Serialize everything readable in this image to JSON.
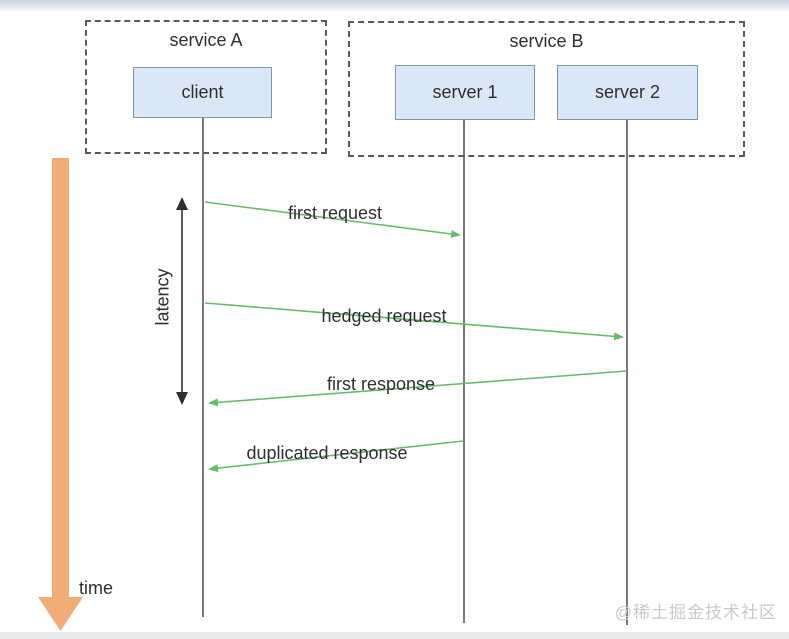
{
  "diagram": {
    "type": "sequence-diagram",
    "groups": [
      {
        "label": "service A",
        "nodes": [
          {
            "label": "client"
          }
        ]
      },
      {
        "label": "service B",
        "nodes": [
          {
            "label": "server 1"
          },
          {
            "label": "server 2"
          }
        ]
      }
    ],
    "messages": [
      {
        "label": "first request",
        "from": "client",
        "to": "server 1"
      },
      {
        "label": "hedged request",
        "from": "client",
        "to": "server 2"
      },
      {
        "label": "first response",
        "from": "server 2",
        "to": "client"
      },
      {
        "label": "duplicated response",
        "from": "server 1",
        "to": "client"
      }
    ],
    "annotations": {
      "latency_label": "latency",
      "time_label": "time"
    },
    "watermark": "@稀土掘金技术社区",
    "colors": {
      "message_arrow": "#66bb6a",
      "time_arrow": "#f0ad78",
      "node_fill": "#dbe7f6",
      "node_border": "#7a96b8",
      "lifeline": "#787878",
      "latency_arrow": "#2f2f2f",
      "dashed_border": "#5a5a5a",
      "text": "#2f2f2f",
      "watermark_text": "#c7cacd"
    }
  }
}
